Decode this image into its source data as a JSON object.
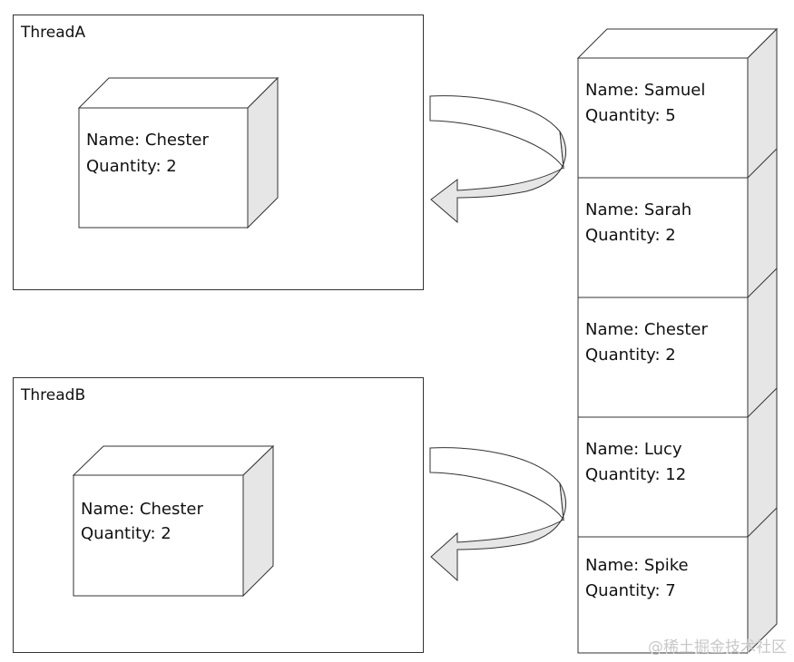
{
  "threads": [
    {
      "label": "ThreadA",
      "item": {
        "name_line": "Name: Chester",
        "qty_line": "Quantity: 2"
      }
    },
    {
      "label": "ThreadB",
      "item": {
        "name_line": "Name: Chester",
        "qty_line": "Quantity: 2"
      }
    }
  ],
  "stack": [
    {
      "name_line": "Name: Samuel",
      "qty_line": "Quantity: 5"
    },
    {
      "name_line": "Name: Sarah",
      "qty_line": "Quantity: 2"
    },
    {
      "name_line": "Name: Chester",
      "qty_line": "Quantity: 2"
    },
    {
      "name_line": "Name: Lucy",
      "qty_line": "Quantity: 12"
    },
    {
      "name_line": "Name: Spike",
      "qty_line": "Quantity: 7"
    }
  ],
  "watermark": "@稀土掘金技术社区",
  "colors": {
    "side_face": "#e6e6e6",
    "line": "#333333",
    "arrow_fill": "#ffffff"
  }
}
